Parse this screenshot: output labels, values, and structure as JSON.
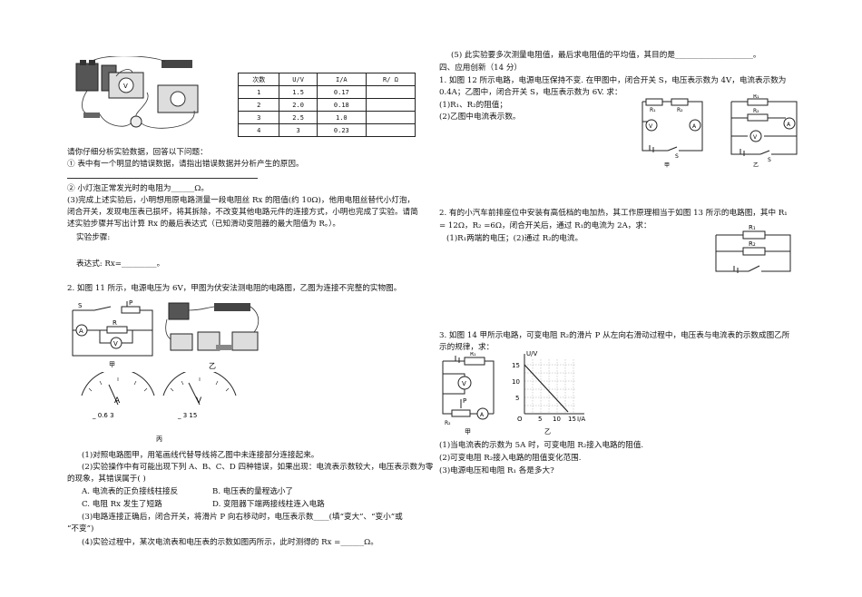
{
  "table": {
    "headers": [
      "次数",
      "U/V",
      "I/A",
      "R/ Ω"
    ],
    "rows": [
      [
        "1",
        "1.5",
        "0.17",
        ""
      ],
      [
        "2",
        "2.0",
        "0.18",
        ""
      ],
      [
        "3",
        "2.5",
        "1.0",
        ""
      ],
      [
        "4",
        "3",
        "0.23",
        ""
      ]
    ]
  },
  "left": {
    "l1": "请你仔细分析实验数据，回答以下问题：",
    "l2": "① 表中有一个明显的错误数据，请指出错误数据并分析产生的原因。",
    "l3": "② 小灯泡正常发光时的电阻为______Ω。",
    "l4": "(3)完成上述实验后，小明想用原电路测量一段电阻丝 Rx 的阻值(约 10Ω)，他用电阻丝替代小灯泡，",
    "l5": "闭合开关，发现电压表已损坏，将其拆除，不改变其他电路元件的连接方式，小明也完成了实验。请简",
    "l6": "述实验步骤并写出计算 Rx 的最后表达式（已知滑动变阻器的最大阻值为 R。）。",
    "l7": "实验步骤:",
    "l8": "表达式: Rx=_________。",
    "l9": "2. 如图 11 所示，电源电压为 6V，甲图为伏安法测电阻的电路图，乙图为连接不完整的实物图。",
    "q1": "(1)对照电路图甲，用笔画线代替导线将乙图中未连接部分连接起来。",
    "q2a": "(2)实验操作中有可能出现下列 A、B、C、D 四种错误，如果出现：电流表示数较大，电压表示数为零",
    "q2b": "的现象，其错误属于(     )",
    "optA": "A. 电流表的正负接线柱接反",
    "optB": "B. 电压表的量程选小了",
    "optC": "C. 电阻 Rx 发生了短路",
    "optD": "D. 变阻器下端两接线柱连入电路",
    "q3a": "(3)电路连接正确后，闭合开关，将滑片 P 向右移动时，电压表示数____(填“变大”、“变小”或",
    "q3b": "“不变”)",
    "q4": "(4)实验过程中，某次电流表和电压表的示数如图丙所示，此时测得的 Rx =______Ω。"
  },
  "right": {
    "r1": "(5) 此实验要多次测量电阻值，最后求电阻值的平均值，其目的是____________________。",
    "r2": "四、应用创新（14 分）",
    "r3": "1. 如图 12 所示电路，电源电压保持不变. 在甲图中，闭合开关 S，电压表示数为 4V，电流表示数为",
    "r4": "0.4A；乙图中，闭合开关 S，电压表示数为 6V. 求：",
    "r5": "(1)R₁、R₂的阻值；",
    "r6": "(2)乙图中电流表示数。",
    "r7": "2. 有的小汽车前排座位中安装有高低档的电加热，其工作原理相当于如图 13 所示的电路图，其中 R₁",
    "r8": "= 12Ω，R₂ =6Ω，闭合开关后，通过 R₁的电流为 2A，求：",
    "r9": "(1)R₁两端的电压；(2)通过 R₂的电流。",
    "r10": "3. 如图 14 甲所示电路，可变电阻 R₂的滑片 P 从左向右滑动过程中，电压表与电流表的示数成图乙所",
    "r11": "示的规律，求：",
    "r12": "(1)当电流表的示数为 5A 时，可变电阻 R₂接入电路的阻值.",
    "r13": "(2)可变电阻 R₂接入电路的阻值变化范围.",
    "r14": "(3)电源电压和电阻 R₁ 各是多大?"
  },
  "figure_labels": {
    "jia": "甲",
    "yi": "乙",
    "bing": "丙",
    "S": "S",
    "P": "P",
    "R": "R",
    "A": "A",
    "V": "V",
    "R1": "R₁",
    "R2": "R₂",
    "ammeter_terminals": "_  0.6  3",
    "voltmeter_terminals": "_  3  15",
    "graph_y_label": "U/V",
    "graph_x_label": "I/A",
    "graph_origin": "O",
    "graph_y_ticks": [
      "15",
      "10",
      "5"
    ],
    "graph_x_ticks": [
      "5",
      "10",
      "15"
    ]
  }
}
